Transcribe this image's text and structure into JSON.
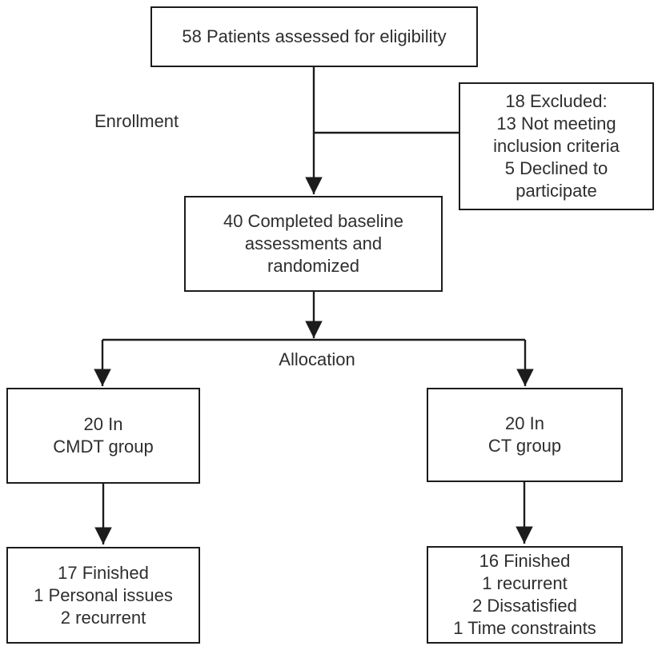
{
  "diagram": {
    "kind": "patient-flow-consort-diagram",
    "stage_labels": {
      "enrollment": "Enrollment",
      "allocation": "Allocation"
    },
    "boxes": {
      "eligibility": {
        "text": "58 Patients assessed for eligibility"
      },
      "excluded": {
        "text": "18 Excluded:\n13 Not meeting\ninclusion criteria\n5 Declined to\nparticipate"
      },
      "randomized": {
        "text": "40 Completed baseline\nassessments and\nrandomized"
      },
      "cmdt_group": {
        "text": "20 In\nCMDT group"
      },
      "ct_group": {
        "text": "20 In\nCT group"
      },
      "cmdt_outcome": {
        "text": "17 Finished\n1 Personal issues\n2 recurrent"
      },
      "ct_outcome": {
        "text": "16 Finished\n1 recurrent\n2 Dissatisfied\n1 Time constraints"
      }
    },
    "colors": {
      "line": "#1c1c1c",
      "text": "#2e2e2e",
      "background": "#ffffff"
    }
  }
}
